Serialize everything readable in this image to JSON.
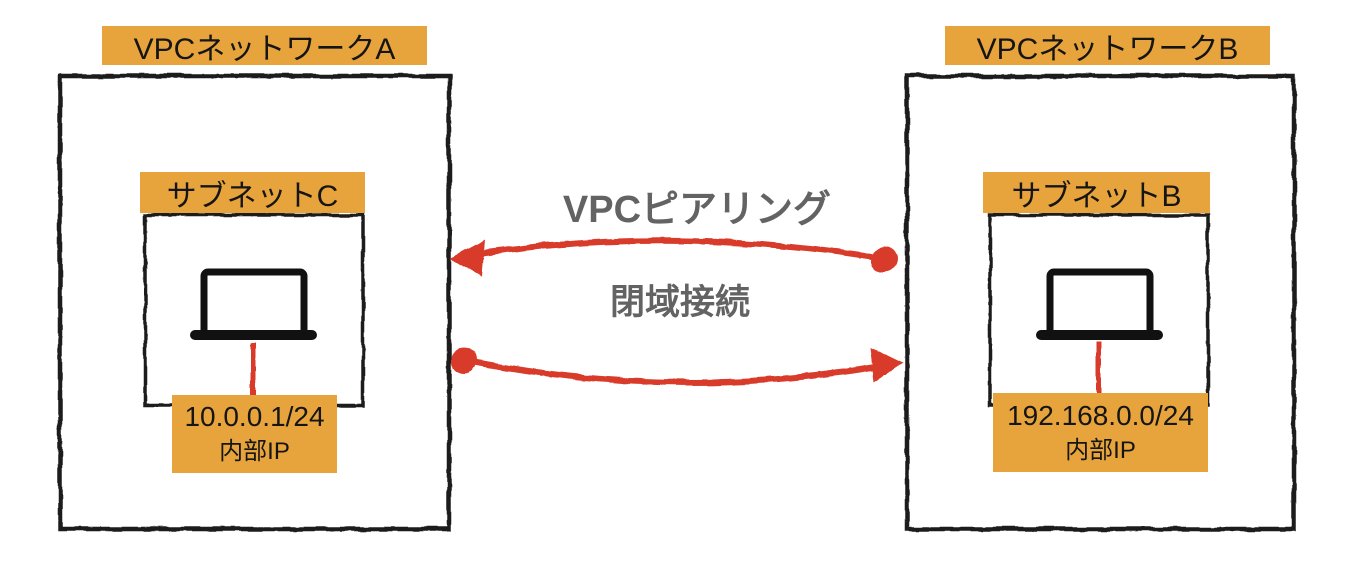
{
  "diagram": {
    "vpc_a": {
      "label": "VPCネットワークA",
      "subnet": {
        "label": "サブネットC"
      },
      "ip": {
        "cidr": "10.0.0.1/24",
        "type": "内部IP"
      }
    },
    "vpc_b": {
      "label": "VPCネットワークB",
      "subnet": {
        "label": "サブネットB"
      },
      "ip": {
        "cidr": "192.168.0.0/24",
        "type": "内部IP"
      }
    },
    "connection": {
      "top_label": "VPCピアリング",
      "bottom_label": "閉域接続"
    },
    "icons": {
      "left_device": "laptop-icon",
      "right_device": "laptop-icon"
    },
    "colors": {
      "highlight_orange": "#E8A43C",
      "arrow_red": "#D93A2C",
      "connection_text_gray": "#636363",
      "outline_black": "#1B1B1B",
      "background": "#FFFFFF"
    }
  }
}
